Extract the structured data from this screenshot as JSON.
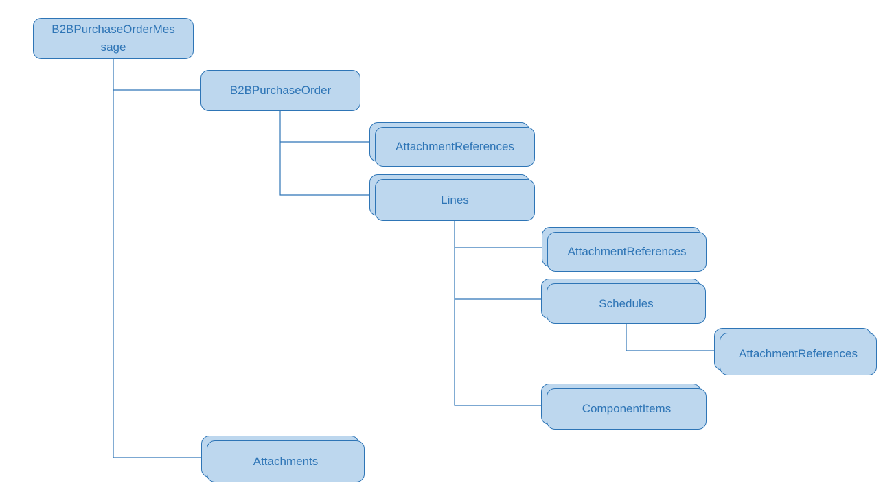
{
  "diagram": {
    "type": "hierarchy-tree",
    "colors": {
      "node_fill": "#bdd7ee",
      "node_border": "#2e75b6",
      "node_text": "#2e75b6",
      "connector": "#2e75b6",
      "background": "#ffffff"
    },
    "nodes": [
      {
        "id": "b2b_purchase_order_message",
        "label": "B2BPurchaseOrderMessage",
        "multiple_instance": false
      },
      {
        "id": "b2b_purchase_order",
        "label": "B2BPurchaseOrder",
        "multiple_instance": false
      },
      {
        "id": "order_attachment_references",
        "label": "AttachmentReferences",
        "multiple_instance": true
      },
      {
        "id": "lines",
        "label": "Lines",
        "multiple_instance": true
      },
      {
        "id": "lines_attachment_references",
        "label": "AttachmentReferences",
        "multiple_instance": true
      },
      {
        "id": "schedules",
        "label": "Schedules",
        "multiple_instance": true
      },
      {
        "id": "schedules_attachment_references",
        "label": "AttachmentReferences",
        "multiple_instance": true
      },
      {
        "id": "component_items",
        "label": "ComponentItems",
        "multiple_instance": true
      },
      {
        "id": "attachments",
        "label": "Attachments",
        "multiple_instance": true
      }
    ],
    "edges": [
      {
        "from": "b2b_purchase_order_message",
        "to": "b2b_purchase_order"
      },
      {
        "from": "b2b_purchase_order_message",
        "to": "attachments"
      },
      {
        "from": "b2b_purchase_order",
        "to": "order_attachment_references"
      },
      {
        "from": "b2b_purchase_order",
        "to": "lines"
      },
      {
        "from": "lines",
        "to": "lines_attachment_references"
      },
      {
        "from": "lines",
        "to": "schedules"
      },
      {
        "from": "lines",
        "to": "component_items"
      },
      {
        "from": "schedules",
        "to": "schedules_attachment_references"
      }
    ]
  }
}
